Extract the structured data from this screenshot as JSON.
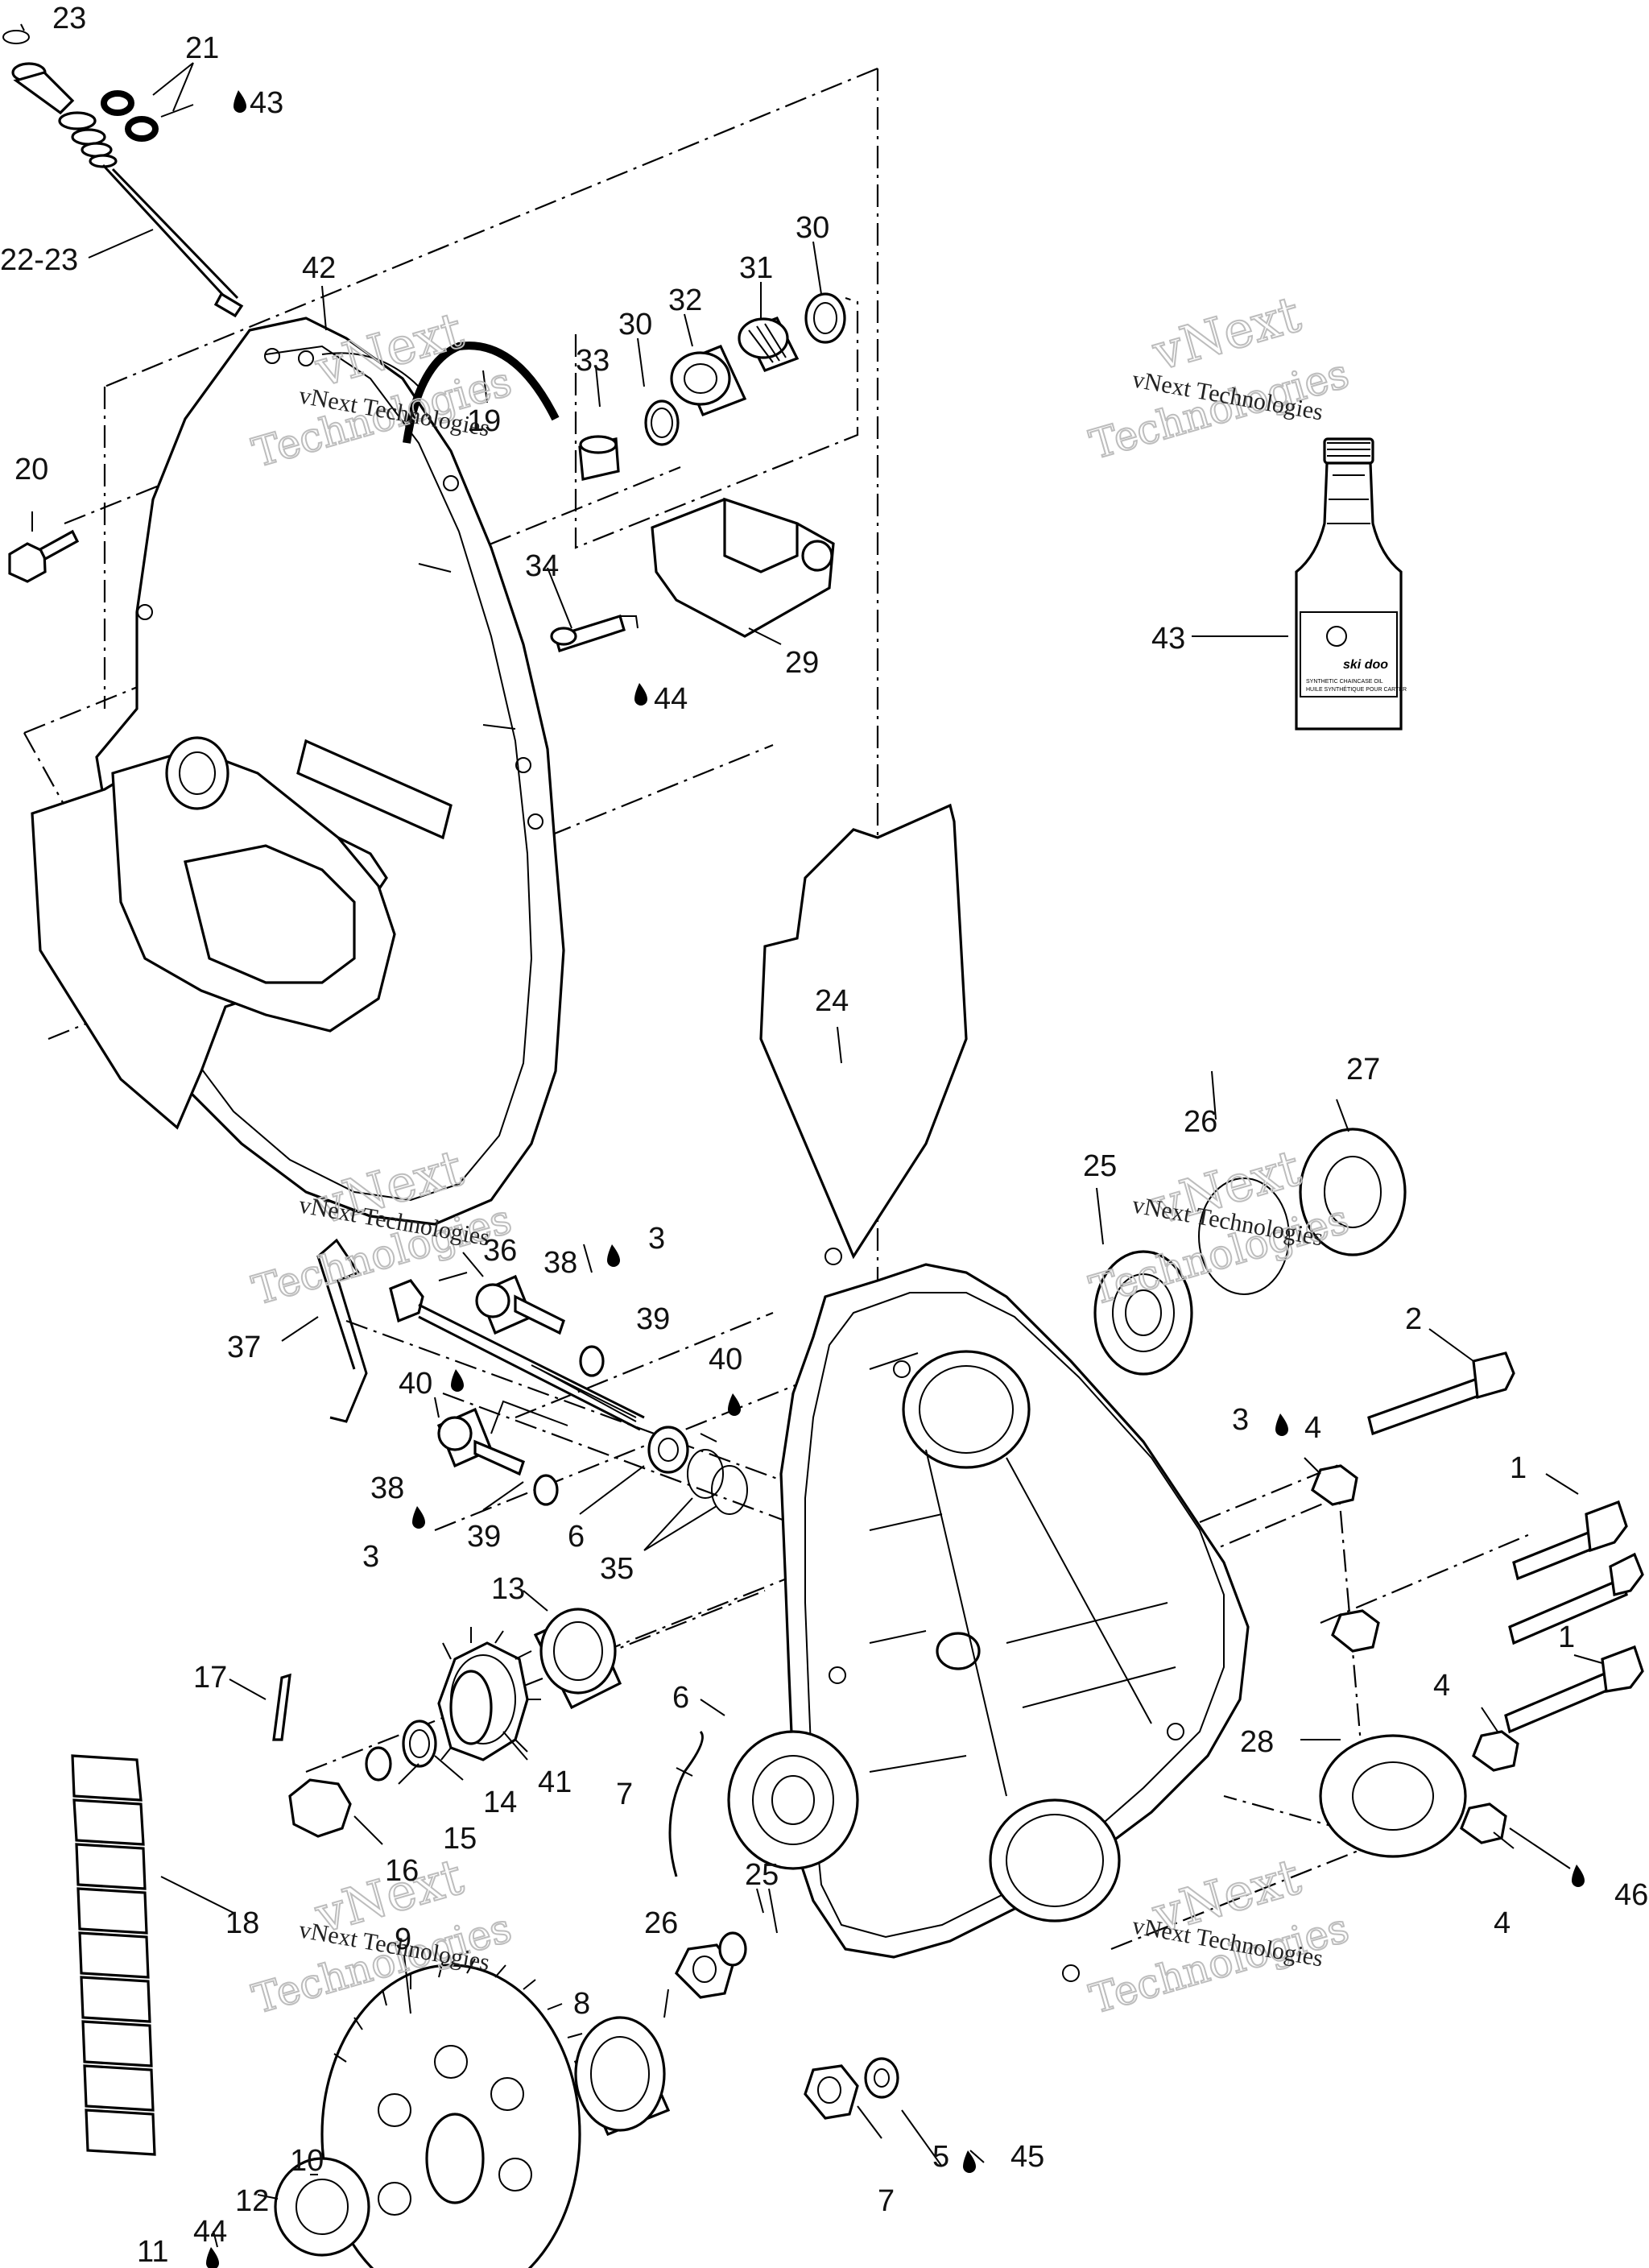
{
  "watermark": {
    "line1": "vNext Technologies",
    "line2": "vNext",
    "line3": "Technologies"
  },
  "bottle": {
    "brand": "ski doo",
    "text1": "SYNTHETIC CHAINCASE OIL",
    "text2": "HUILE SYNTHÉTIQUE POUR CARTER"
  },
  "callouts": {
    "c1a": "1",
    "c1b": "1",
    "c2": "2",
    "c3a": "3",
    "c3b": "3",
    "c3c": "3",
    "c4a": "4",
    "c4b": "4",
    "c4c": "4",
    "c5": "5",
    "c6a": "6",
    "c6b": "6",
    "c7a": "7",
    "c7b": "7",
    "c8": "8",
    "c9": "9",
    "c10": "10",
    "c11": "11",
    "c12": "12",
    "c13": "13",
    "c14": "14",
    "c15": "15",
    "c16": "16",
    "c17": "17",
    "c18": "18",
    "c19": "19",
    "c20": "20",
    "c21": "21",
    "c22_23": "22-23",
    "c23": "23",
    "c24": "24",
    "c25a": "25",
    "c25b": "25",
    "c26a": "26",
    "c26b": "26",
    "c27": "27",
    "c28": "28",
    "c29": "29",
    "c30a": "30",
    "c30b": "30",
    "c31": "31",
    "c32": "32",
    "c33": "33",
    "c34": "34",
    "c35": "35",
    "c36": "36",
    "c37": "37",
    "c38a": "38",
    "c38b": "38",
    "c39a": "39",
    "c39b": "39",
    "c40a": "40",
    "c40b": "40",
    "c41": "41",
    "c42": "42",
    "c43a": "43",
    "c43b": "43",
    "c44a": "44",
    "c44b": "44",
    "c45": "45",
    "c46": "46"
  }
}
